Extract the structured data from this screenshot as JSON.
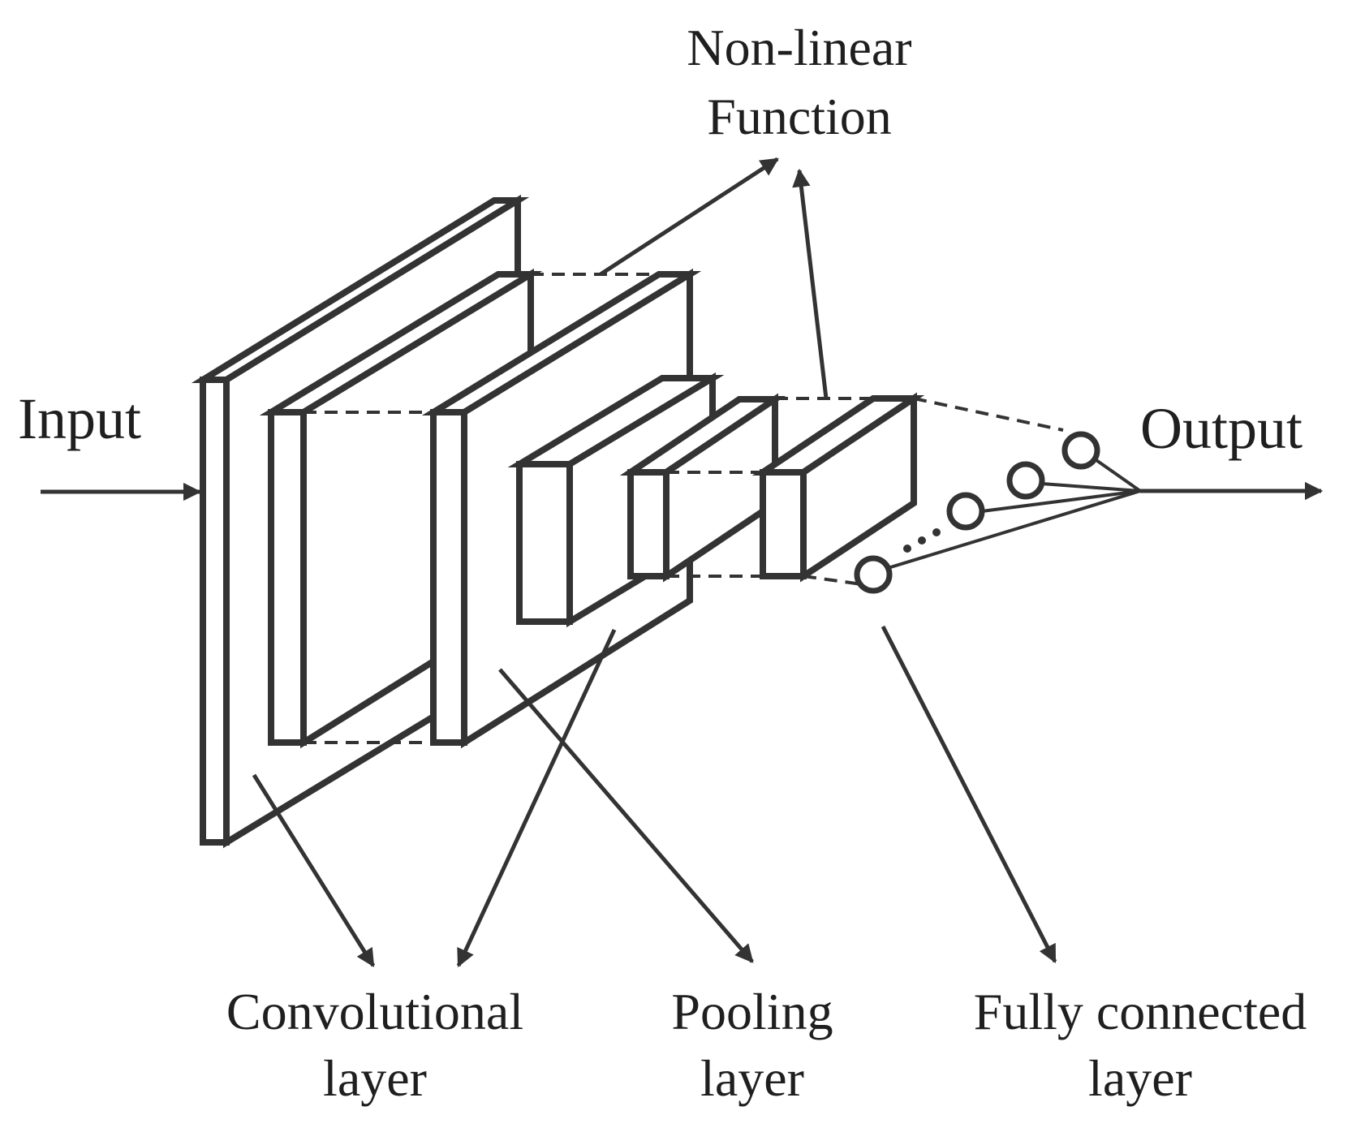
{
  "labels": {
    "input": "Input",
    "output": "Output",
    "nonlinear_line1": "Non-linear",
    "nonlinear_line2": "Function",
    "conv_line1": "Convolutional",
    "conv_line2": "layer",
    "pool_line1": "Pooling",
    "pool_line2": "layer",
    "fc_line1": "Fully connected",
    "fc_line2": "layer"
  },
  "colors": {
    "stroke": "#333333",
    "text": "#1f1f1f",
    "background": "#ffffff"
  }
}
